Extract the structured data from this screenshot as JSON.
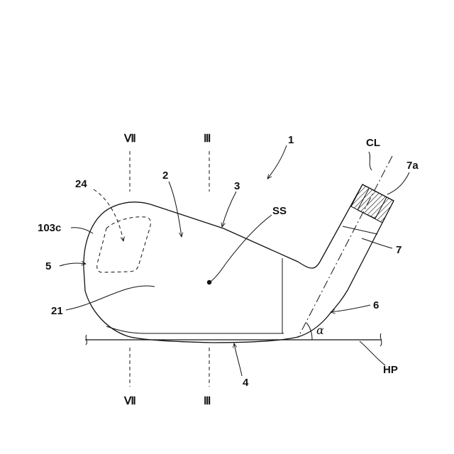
{
  "labels": {
    "ref_1": "1",
    "ref_2": "2",
    "ref_3": "3",
    "ref_4": "4",
    "ref_5": "5",
    "ref_6": "6",
    "ref_7": "7",
    "ref_7a": "7a",
    "ref_21": "21",
    "ref_24": "24",
    "ref_103c": "103c",
    "ref_SS": "SS",
    "ref_CL": "CL",
    "ref_HP": "HP",
    "angle_alpha": "α",
    "section_VII": "Ⅶ",
    "section_III": "Ⅲ"
  }
}
